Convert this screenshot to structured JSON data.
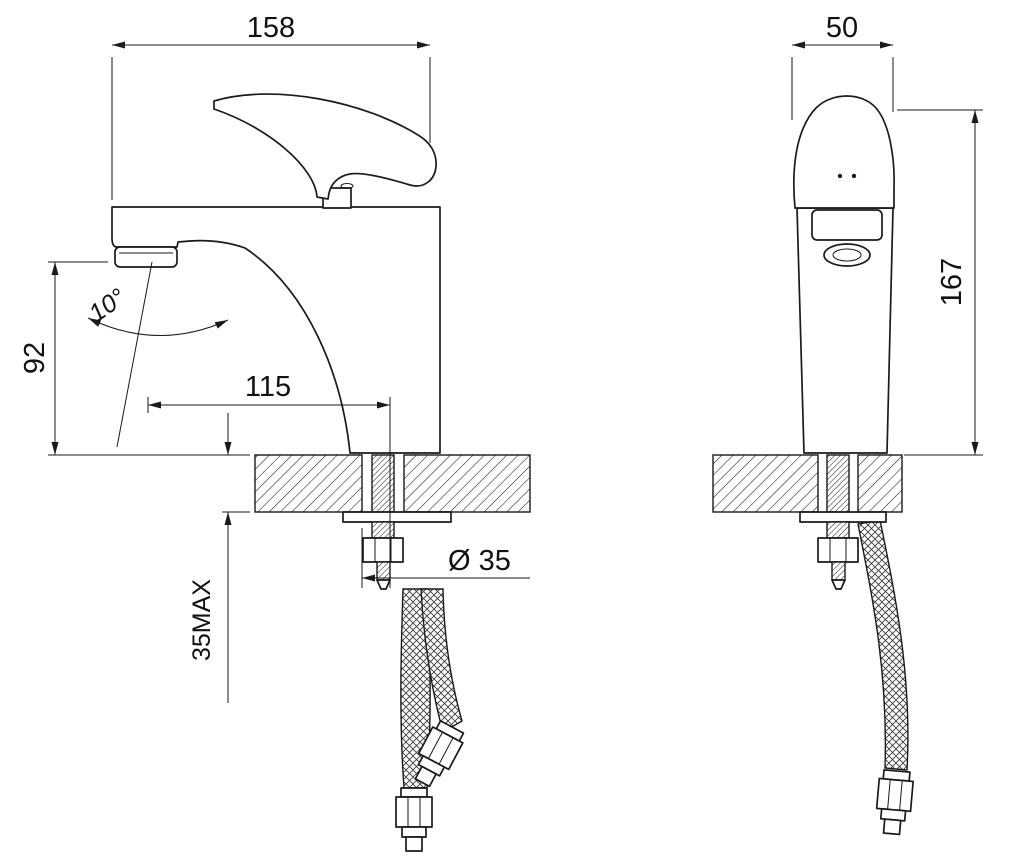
{
  "colors": {
    "line": "#1a1a1a",
    "background": "#ffffff"
  },
  "dimensions": {
    "overall_length": "158",
    "body_width": "50",
    "spout_height": "92",
    "spout_angle": "10°",
    "spout_reach": "115",
    "overall_height": "167",
    "hole_diameter": "Ø 35",
    "max_deck_thickness": "35MAX"
  }
}
